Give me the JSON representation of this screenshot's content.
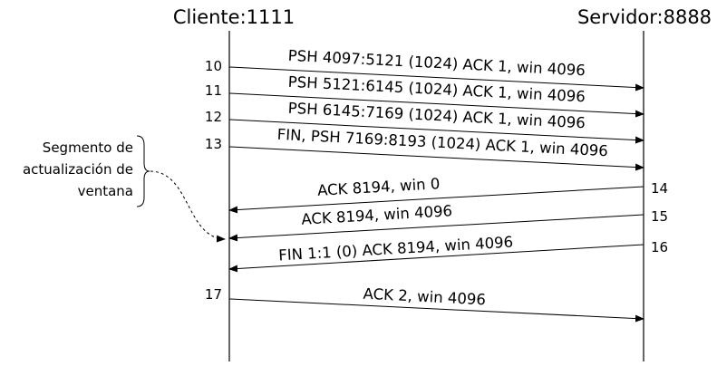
{
  "hosts": {
    "client": "Cliente:1111",
    "server": "Servidor:8888"
  },
  "messages": [
    {
      "num": "10",
      "label": "PSH 4097:5121 (1024) ACK 1, win 4096",
      "direction": "client-to-server"
    },
    {
      "num": "11",
      "label": "PSH 5121:6145 (1024) ACK 1, win 4096",
      "direction": "client-to-server"
    },
    {
      "num": "12",
      "label": "PSH 6145:7169 (1024) ACK 1, win 4096",
      "direction": "client-to-server"
    },
    {
      "num": "13",
      "label": "FIN, PSH 7169:8193 (1024) ACK 1, win 4096",
      "direction": "client-to-server"
    },
    {
      "num": "14",
      "label": "ACK 8194, win 0",
      "direction": "server-to-client"
    },
    {
      "num": "15",
      "label": "ACK 8194, win 4096",
      "direction": "server-to-client"
    },
    {
      "num": "16",
      "label": "FIN 1:1 (0) ACK 8194, win 4096",
      "direction": "server-to-client"
    },
    {
      "num": "17",
      "label": "ACK 2, win 4096",
      "direction": "client-to-server"
    }
  ],
  "annotation": {
    "lines": [
      "Segmento de",
      "actualización de",
      "ventana"
    ],
    "target_message": "15"
  }
}
